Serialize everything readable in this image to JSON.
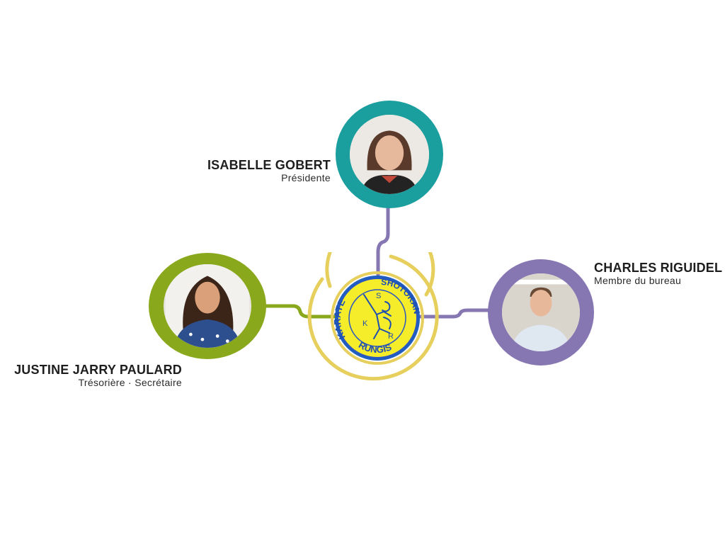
{
  "members": {
    "president": {
      "name": "ISABELLE GOBERT",
      "role": "Présidente",
      "ring_color": "#1b9e9e"
    },
    "treasurer": {
      "name": "JUSTINE JARRY PAULARD",
      "role": "Trésorière · Secrétaire",
      "ring_color": "#8aa81c"
    },
    "bureau": {
      "name": "CHARLES RIGUIDEL",
      "role": "Membre du bureau",
      "ring_color": "#8677b3"
    }
  },
  "logo": {
    "arc_top_left": "KARATE",
    "arc_top_right": "SHOTOKAN",
    "arc_bottom": "RUNGIS",
    "initial_s": "S",
    "initial_k": "K",
    "initial_r": "R",
    "fill_color": "#f5ec2a",
    "ring_color": "#1f5fc0",
    "outer_color": "#e6cf5c"
  },
  "icons": [
    "portrait-photo-icon",
    "club-logo-icon"
  ]
}
